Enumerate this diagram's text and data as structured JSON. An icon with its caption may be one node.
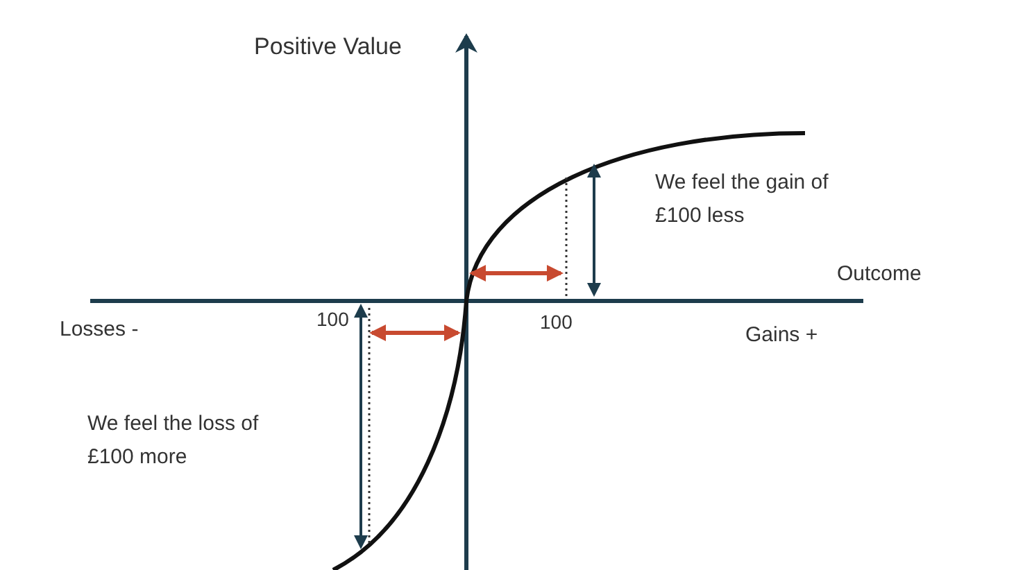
{
  "diagram": {
    "labels": [
      "Positive Value",
      "We feel the gain of £100 less",
      "Outcome",
      "Losses -",
      "100",
      "100",
      "Gains +",
      "We feel the loss of £100 more"
    ]
  }
}
